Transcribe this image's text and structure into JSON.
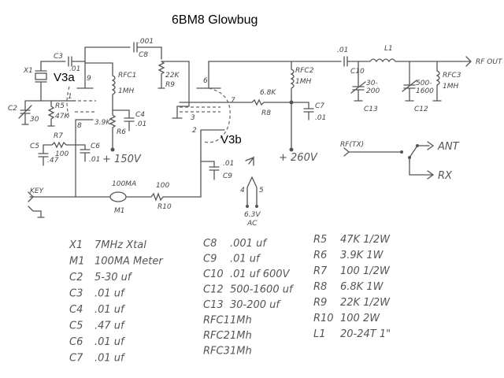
{
  "title": "6BM8 Glowbug",
  "schematic": {
    "tube_labels": {
      "v3a": "V3a",
      "v3b": "V3b"
    },
    "labels": {
      "x1": "X1",
      "c3": "C3",
      "c3_val": ".01",
      "c8_val": ".001",
      "c8": "C8",
      "rfc1": "RFC1",
      "rfc1_val": "1MH",
      "r9_val": "22K",
      "r9": "R9",
      "pin9": "9",
      "pin1": "1",
      "pin8": "8",
      "pin6": "6",
      "pin7": "7",
      "pin3": "3",
      "pin2": "2",
      "c2": "C2",
      "c2_val": "30",
      "r5": "R5",
      "r5_val": "47K",
      "c4": "C4",
      "c4_val": ".01",
      "r6": "R6",
      "r6_val": "3.9K",
      "r7": "R7",
      "r7_val": "100",
      "c5": "C5",
      "c5_val": ".47",
      "c6": "C6",
      "c6_val": ".01",
      "v150": "+ 150V",
      "key": "KEY",
      "m1_val": "100MA",
      "m1": "M1",
      "r10_val": "100",
      "r10": "R10",
      "c9_val": ".01",
      "c9": "C9",
      "c10_val": ".01",
      "c10": "C10",
      "l1": "L1",
      "rf_out": "RF OUT",
      "rfc2": "RFC2",
      "rfc2_val": "1MH",
      "r8_val": "6.8K",
      "r8": "R8",
      "c7": "C7",
      "c7_val": ".01",
      "v260": "+ 260V",
      "c13_val1": "30-",
      "c13_val2": "200",
      "c13": "C13",
      "c12_val1": "500-",
      "c12_val2": "1600",
      "c12": "C12",
      "rfc3": "RFC3",
      "rfc3_val": "1MH",
      "heater4": "4",
      "heater5": "5",
      "heater_v": "6.3V",
      "heater_ac": "AC",
      "rf_tx": "RF(TX)",
      "ant": "ANT",
      "rx": "RX"
    }
  },
  "parts_list": {
    "col1": [
      {
        "ref": "X1",
        "value": "7MHz Xtal"
      },
      {
        "ref": "M1",
        "value": "100MA Meter"
      },
      {
        "ref": "C2",
        "value": "5-30 uf"
      },
      {
        "ref": "C3",
        "value": ".01 uf"
      },
      {
        "ref": "C4",
        "value": ".01 uf"
      },
      {
        "ref": "C5",
        "value": ".47 uf"
      },
      {
        "ref": "C6",
        "value": ".01 uf"
      },
      {
        "ref": "C7",
        "value": ".01 uf"
      }
    ],
    "col2": [
      {
        "ref": "C8",
        "value": ".001 uf"
      },
      {
        "ref": "C9",
        "value": ".01 uf"
      },
      {
        "ref": "C10",
        "value": ".01 uf 600V"
      },
      {
        "ref": "C12",
        "value": "500-1600 uf"
      },
      {
        "ref": "C13",
        "value": "30-200 uf"
      },
      {
        "ref": "RFC1",
        "value": "1Mh"
      },
      {
        "ref": "RFC2",
        "value": "1Mh"
      },
      {
        "ref": "RFC3",
        "value": "1Mh"
      }
    ],
    "col3": [
      {
        "ref": "R5",
        "value": "47K 1/2W"
      },
      {
        "ref": "R6",
        "value": "3.9K 1W"
      },
      {
        "ref": "R7",
        "value": "100 1/2W"
      },
      {
        "ref": "R8",
        "value": "6.8K 1W"
      },
      {
        "ref": "R9",
        "value": "22K 1/2W"
      },
      {
        "ref": "R10",
        "value": "100 2W"
      },
      {
        "ref": "L1",
        "value": "20-24T 1\""
      }
    ]
  }
}
